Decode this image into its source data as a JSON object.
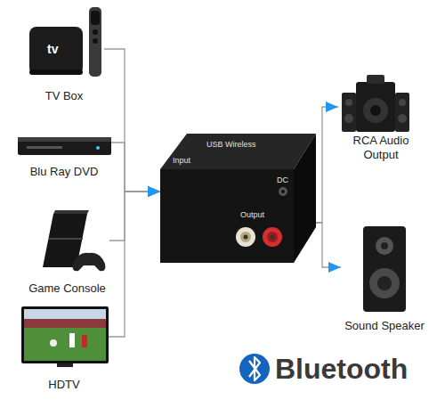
{
  "diagram": {
    "nodes": [
      {
        "text": [
          "TV Box"
        ]
      },
      {
        "text": [
          "Blu Ray DVD"
        ]
      },
      {
        "text": [
          "Game Console"
        ]
      },
      {
        "text": [
          "HDTV"
        ]
      },
      {
        "text": [
          "USB Wireless",
          "Input",
          "Output",
          "DC"
        ]
      },
      {
        "text": [
          "RCA Audio Output"
        ]
      },
      {
        "text": [
          "Sound Speaker"
        ]
      }
    ],
    "edges": [
      {
        "from": 0,
        "to": 4,
        "arrow": "to"
      },
      {
        "from": 1,
        "to": 4,
        "arrow": "to"
      },
      {
        "from": 2,
        "to": 4,
        "arrow": "to"
      },
      {
        "from": 3,
        "to": 4,
        "arrow": "to"
      },
      {
        "from": 4,
        "to": 5,
        "arrow": "to"
      },
      {
        "from": 4,
        "to": 6,
        "arrow": "to"
      }
    ],
    "labels": [
      "tv",
      "Bluetooth"
    ]
  }
}
